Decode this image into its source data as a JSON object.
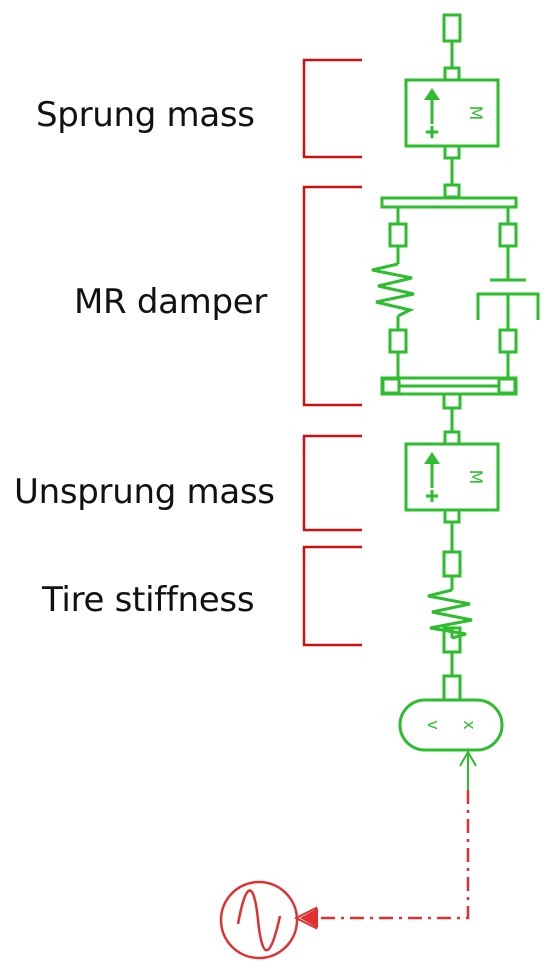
{
  "labels": {
    "sprung_mass": "Sprung mass",
    "mr_damper": "MR damper",
    "unsprung_mass": "Unsprung mass",
    "tire_stiffness": "Tire stiffness"
  },
  "symbols": {
    "mass_letter": "M",
    "sensor_letter_v": "v",
    "sensor_letter_x": "x"
  },
  "colors": {
    "components": "#2ebd2e",
    "brackets": "#cc1111",
    "signal": "#e03030"
  },
  "icons": [
    "mass-block-icon",
    "spring-icon",
    "damper-icon",
    "velocity-position-source-icon",
    "sine-wave-source-icon"
  ]
}
